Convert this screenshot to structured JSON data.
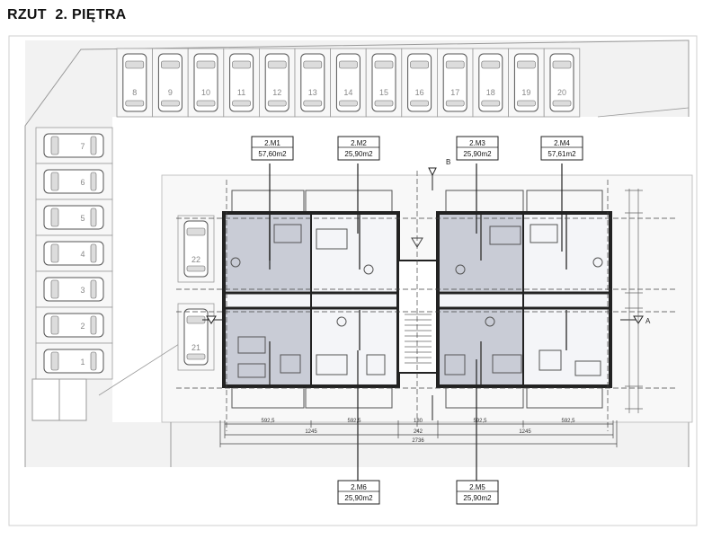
{
  "title": "RZUT  2. PIĘTRA",
  "parking": {
    "top_spots": [
      "8",
      "9",
      "10",
      "11",
      "12",
      "13",
      "14",
      "15",
      "16",
      "17",
      "18",
      "19",
      "20"
    ],
    "left_spots": [
      "7",
      "6",
      "5",
      "4",
      "3",
      "2",
      "1"
    ],
    "mid_spots": [
      "22",
      "21"
    ]
  },
  "units": [
    {
      "id": "2.M1",
      "area": "57,60m2"
    },
    {
      "id": "2.M2",
      "area": "25,90m2"
    },
    {
      "id": "2.M3",
      "area": "25,90m2"
    },
    {
      "id": "2.M4",
      "area": "57,61m2"
    },
    {
      "id": "2.M6",
      "area": "25,90m2"
    },
    {
      "id": "2.M5",
      "area": "25,90m2"
    }
  ],
  "section_marks": {
    "a": "A",
    "b": "B"
  },
  "dimensions": {
    "row1": [
      "592,5",
      "592,5",
      "180",
      "592,5",
      "592,5"
    ],
    "row2": [
      "1245",
      "242",
      "1245"
    ],
    "total": "2736"
  },
  "colors": {
    "wall": "#222222",
    "room_grey": "#c9ccd6",
    "room_light": "#f4f5f8",
    "site_line": "#9a9a9a",
    "site_fill": "#f2f2f2"
  }
}
